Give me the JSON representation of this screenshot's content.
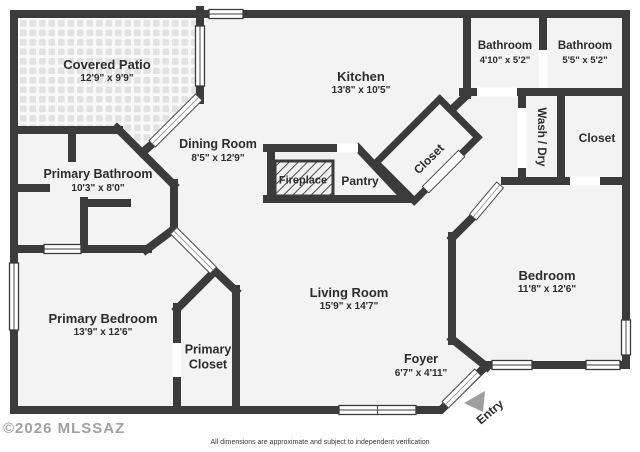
{
  "rooms": {
    "covered_patio": {
      "name": "Covered Patio",
      "dims": "12'9\" x 9'9\""
    },
    "kitchen": {
      "name": "Kitchen",
      "dims": "13'8\" x 10'5\""
    },
    "bathroom_1": {
      "name": "Bathroom",
      "dims": "4'10\" x 5'2\""
    },
    "bathroom_2": {
      "name": "Bathroom",
      "dims": "5'5\" x 5'2\""
    },
    "dining_room": {
      "name": "Dining Room",
      "dims": "8'5\" x 12'9\""
    },
    "wash_dry": {
      "name": "Wash / Dry"
    },
    "closet_hall": {
      "name": "Closet"
    },
    "primary_bathroom": {
      "name": "Primary Bathroom",
      "dims": "10'3\" x 8'0\""
    },
    "fireplace": {
      "name": "Fireplace"
    },
    "pantry": {
      "name": "Pantry"
    },
    "closet_diagonal": {
      "name": "Closet"
    },
    "living_room": {
      "name": "Living Room",
      "dims": "15'9\" x 14'7\""
    },
    "bedroom": {
      "name": "Bedroom",
      "dims": "11'8\" x 12'6\""
    },
    "primary_bedroom": {
      "name": "Primary Bedroom",
      "dims": "13'9\" x 12'6\""
    },
    "primary_closet": {
      "name": "Primary Closet"
    },
    "foyer": {
      "name": "Foyer",
      "dims": "6'7\" x 4'11\""
    }
  },
  "entry_label": "Entry",
  "watermark": "©2026 MLSSAZ",
  "disclaimer": "All dimensions are approximate and subject to independent verification",
  "colors": {
    "wall": "#3b3b3b",
    "floor": "#f3f3f3",
    "outside": "#ffffff",
    "patio_tile": "#e2e2e2",
    "hatch": "#4d4d4d",
    "entry_arrow": "#9e9e9e",
    "watermark": "#9b9b9b",
    "label": "#2c2c2c"
  }
}
